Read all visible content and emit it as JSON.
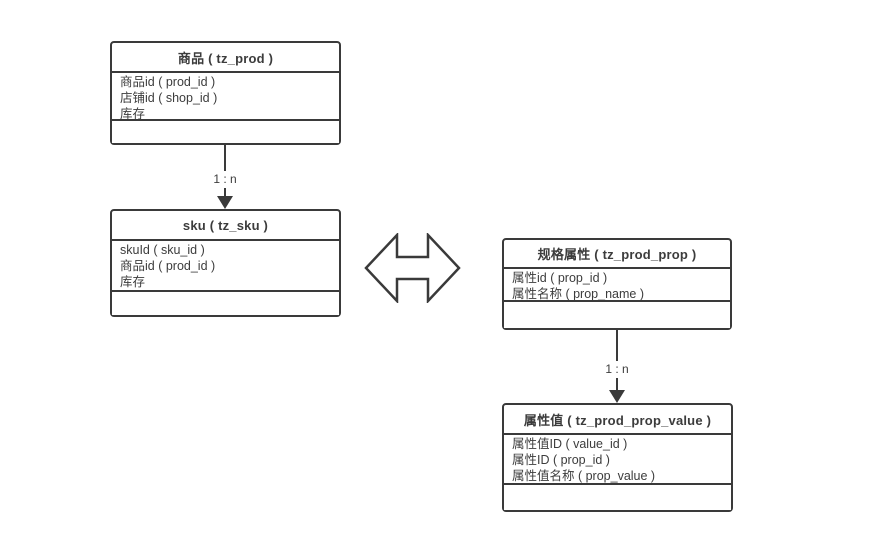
{
  "diagram": {
    "type": "entity-relationship",
    "colors": {
      "background": "#ffffff",
      "line": "#3a3a3a",
      "text": "#3c3c3c"
    },
    "tables": [
      {
        "id": "tz_prod",
        "title": "商品 ( tz_prod )",
        "fields": [
          "商品id ( prod_id )",
          "店铺id ( shop_id )",
          "库存"
        ]
      },
      {
        "id": "tz_sku",
        "title": "sku ( tz_sku )",
        "fields": [
          "skuId ( sku_id )",
          "商品id ( prod_id )",
          "库存"
        ]
      },
      {
        "id": "tz_prod_prop",
        "title": "规格属性 ( tz_prod_prop )",
        "fields": [
          "属性id ( prop_id )",
          "属性名称 ( prop_name )"
        ]
      },
      {
        "id": "tz_prod_prop_value",
        "title": "属性值 ( tz_prod_prop_value )",
        "fields": [
          "属性值ID ( value_id )",
          "属性ID ( prop_id )",
          "属性值名称 ( prop_value )"
        ]
      }
    ],
    "relations": [
      {
        "from": "tz_prod",
        "to": "tz_sku",
        "label": "1 : n"
      },
      {
        "from": "tz_prod_prop",
        "to": "tz_prod_prop_value",
        "label": "1 : n"
      }
    ],
    "link": {
      "between": [
        "tz_sku",
        "tz_prod_prop"
      ],
      "icon": "double-headed-arrow"
    }
  }
}
